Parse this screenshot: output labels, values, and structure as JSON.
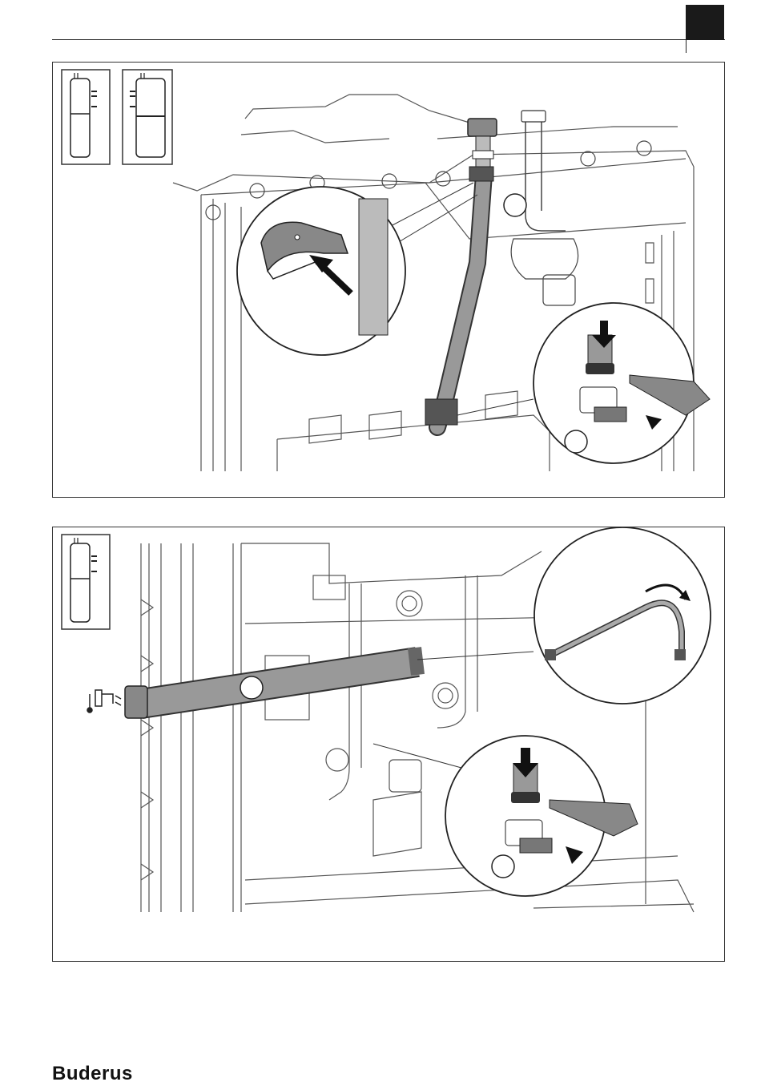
{
  "page": {
    "brand": "Buderus"
  },
  "figures": [
    {
      "id": "figure-1",
      "icons": [
        "appliance-variant-icon",
        "appliance-variant-icon"
      ],
      "callouts": [
        "retaining-clip-detail",
        "sealing-lubricant-detail"
      ],
      "arrows": [
        "push-arrow",
        "down-arrow",
        "push-arrow"
      ]
    },
    {
      "id": "figure-2",
      "icons": [
        "appliance-variant-icon",
        "hot-water-tap-icon"
      ],
      "callouts": [
        "flexible-hose-detail",
        "sealing-lubricant-detail"
      ],
      "arrows": [
        "bend-arrow",
        "down-arrow",
        "push-arrow"
      ]
    }
  ]
}
